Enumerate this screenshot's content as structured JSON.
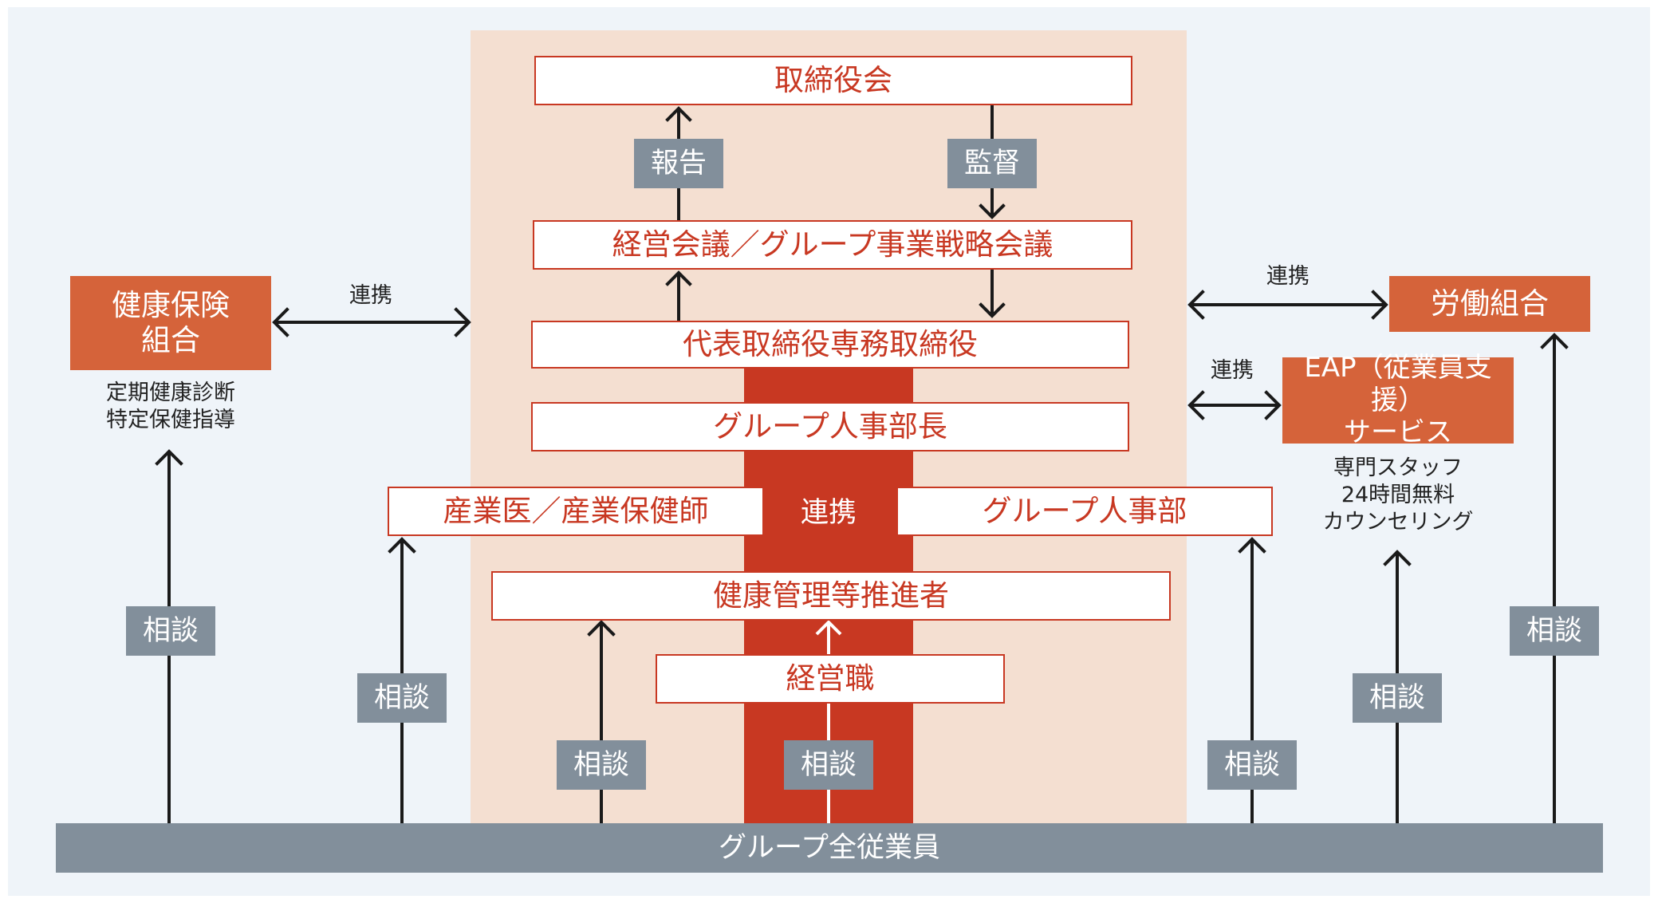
{
  "nodes": {
    "board": "取締役会",
    "management_meeting": "経営会議／グループ事業戦略会議",
    "executive_director": "代表取締役専務取締役",
    "hr_director": "グループ人事部長",
    "occupational_physician": "産業医／産業保健師",
    "group_hr": "グループ人事部",
    "health_promoter": "健康管理等推進者",
    "managers": "経営職",
    "all_employees": "グループ全従業員",
    "health_insurance": "健康保険\n組合",
    "labor_union": "労働組合",
    "eap": "EAP（従業員支援）\nサービス"
  },
  "labels": {
    "report": "報告",
    "supervise": "監督",
    "cooperation": "連携",
    "consult": "相談",
    "health_insurance_note": "定期健康診断\n特定保健指導",
    "eap_note": "専門スタッフ\n24時間無料\nカウンセリング"
  },
  "colors": {
    "accent_red": "#c83822",
    "orange": "#d5633a",
    "gray": "#828f9b",
    "central_bg": "#f4dfd1",
    "panel_bg": "#eff4f9"
  }
}
